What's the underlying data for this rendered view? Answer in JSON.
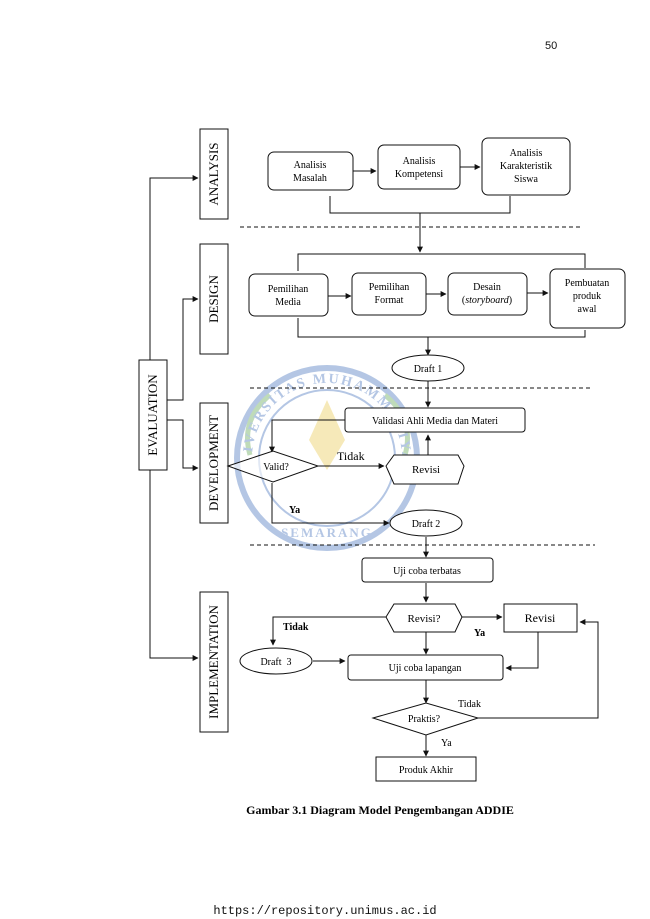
{
  "page_number": "50",
  "footer_url": "https://repository.unimus.ac.id",
  "caption": "Gambar 3.1 Diagram Model Pengembangan ADDIE",
  "watermark": {
    "top_text": "UNIVERSITAS MUHAMMADIYAH",
    "bottom_text": "SEMARANG"
  },
  "phases": {
    "evaluation": "EVALUATION",
    "analysis": "ANALYSIS",
    "design": "DESIGN",
    "development": "DEVELOPMENT",
    "implementation": "IMPLEMENTATION"
  },
  "analysis": {
    "box1": [
      "Analisis",
      "Masalah"
    ],
    "box2": [
      "Analisis",
      "Kompetensi"
    ],
    "box3": [
      "Analisis",
      "Karakteristik",
      "Siswa"
    ]
  },
  "design": {
    "box1": [
      "Pemilihan",
      "Media"
    ],
    "box2": [
      "Pemilihan",
      "Format"
    ],
    "box3_line1": "Desain",
    "box3_line2": "storyboard",
    "box4": [
      "Pembuatan",
      "produk",
      "awal"
    ]
  },
  "development": {
    "draft1": "Draft 1",
    "validation": "Validasi Ahli Media dan Materi",
    "valid_question": "Valid?",
    "tidak_label": "Tidak",
    "revisi": "Revisi",
    "ya_label": "Ya",
    "draft2": "Draft 2"
  },
  "implementation": {
    "limited_trial": "Uji coba terbatas",
    "revisi_question": "Revisi?",
    "revisi_box": "Revisi",
    "tidak_label": "Tidak",
    "ya_label_1": "Ya",
    "draft3": "Draft  3",
    "field_trial": "Uji coba lapangan",
    "tidak_label_2": "Tidak",
    "praktis_question": "Praktis?",
    "ya_label_2": "Ya",
    "final_product": "Produk Akhir"
  }
}
